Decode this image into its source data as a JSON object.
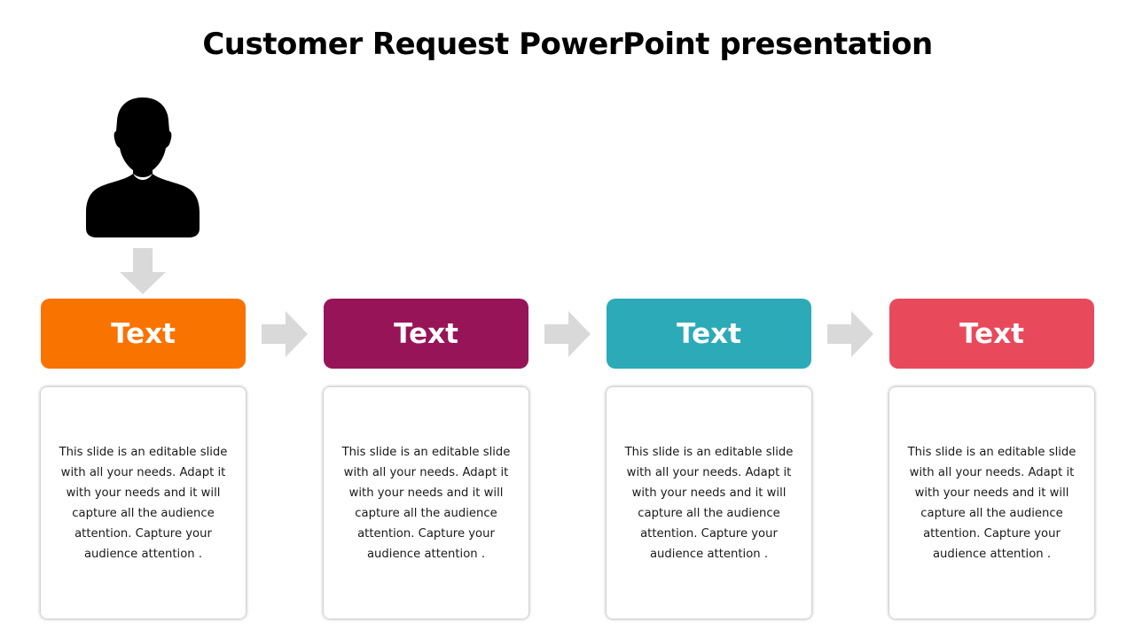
{
  "slide": {
    "title": "Customer Request PowerPoint presentation"
  },
  "icons": {
    "customer": "person-silhouette-icon",
    "down_arrow": "arrow-down-icon",
    "right_arrow": "arrow-right-icon"
  },
  "colors": {
    "arrow": "#d9d9d9",
    "person": "#000000"
  },
  "steps": [
    {
      "label": "Text",
      "color": "#f97300",
      "body": "This slide is an editable slide with all your needs. Adapt it with your needs and it will capture all the audience attention. Capture your audience attention ."
    },
    {
      "label": "Text",
      "color": "#981458",
      "body": "This slide is an editable slide with all your needs. Adapt it with your needs and it will capture all the audience attention. Capture your audience attention ."
    },
    {
      "label": "Text",
      "color": "#2caab8",
      "body": "This slide is an editable slide with all your needs. Adapt it with your needs and it will capture all the audience attention. Capture your audience attention ."
    },
    {
      "label": "Text",
      "color": "#e84a5c",
      "body": "This slide is an editable slide with all your needs. Adapt it with your needs and it will capture all the audience attention. Capture your audience attention ."
    }
  ]
}
